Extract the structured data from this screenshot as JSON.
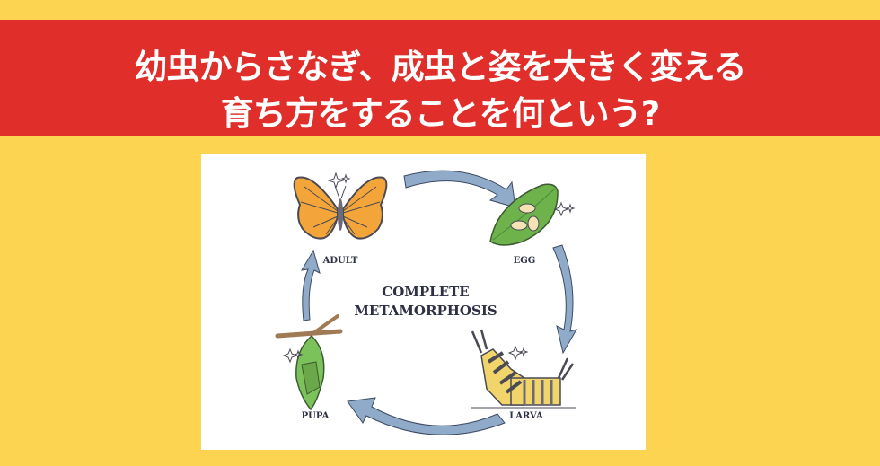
{
  "question": {
    "line1": "幼虫からさなぎ、成虫と姿を大きく変える",
    "line2": "育ち方をすることを何という?"
  },
  "diagram": {
    "title_line1": "COMPLETE",
    "title_line2": "METAMORPHOSIS",
    "stages": [
      {
        "label": "ADULT",
        "icon": "butterfly-icon"
      },
      {
        "label": "EGG",
        "icon": "leaf-with-eggs-icon"
      },
      {
        "label": "LARVA",
        "icon": "caterpillar-icon"
      },
      {
        "label": "PUPA",
        "icon": "chrysalis-icon"
      }
    ],
    "cycle_order": [
      "ADULT",
      "EGG",
      "LARVA",
      "PUPA"
    ]
  },
  "colors": {
    "background": "#fdd452",
    "banner": "#e02e2b",
    "banner_text": "#ffffff",
    "arrow": "#8fabc9",
    "label_text": "#2e3146"
  }
}
